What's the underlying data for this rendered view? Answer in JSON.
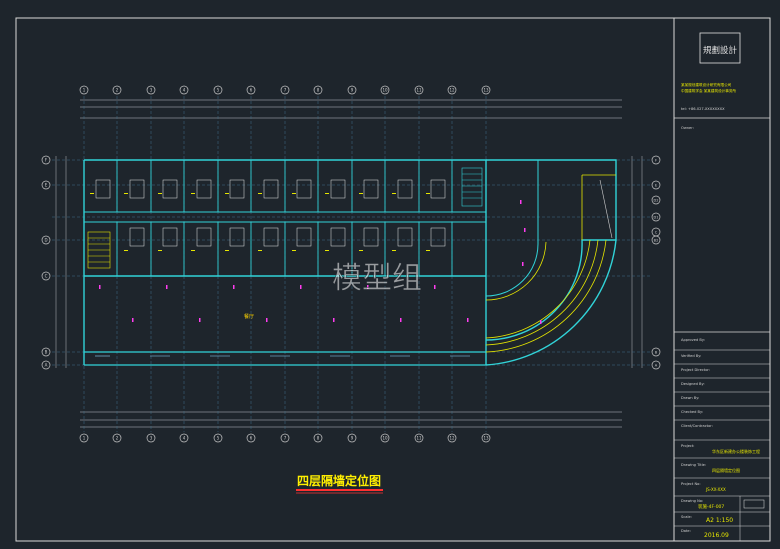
{
  "drawing": {
    "title": "四层隔墙定位图",
    "plan_label": "餐厅",
    "watermark": "模型组"
  },
  "axes": {
    "columns": [
      "1",
      "2",
      "3",
      "4",
      "5",
      "6",
      "7",
      "8",
      "9",
      "10",
      "11",
      "12",
      "13"
    ],
    "rows_right": [
      "F",
      "E",
      "D2",
      "D1",
      "C",
      "B2",
      "B",
      "A"
    ],
    "rows_left": [
      "F",
      "E",
      "D",
      "C",
      "B",
      "A"
    ]
  },
  "title_block": {
    "logo_text": "規劃設計",
    "company_lines": [
      "某某规划建筑设计研究有限公司",
      "中国建筑学会 某某建筑设计事务所"
    ],
    "phone_line": "tel: +86-027-XXXXXXXX",
    "owner_label": "Owner:",
    "project_label": "Project:",
    "project_name": "华东区新建办公楼装饰工程",
    "drawing_title_label": "Drawing Title:",
    "drawing_title": "四层隔墙定位图",
    "project_no_label": "Project No:",
    "project_no": "JS-XX-XXX",
    "drawing_no_label": "Drawing No:",
    "drawing_no": "装施-4F-007",
    "scale_label": "Scale:",
    "scale": "A2 1:150",
    "date_label": "Date:",
    "date": "2016.09",
    "fields": [
      "Approved By:",
      "Verified By:",
      "Project Director:",
      "Designed By:",
      "Drawn By:",
      "Checked By:",
      "Client/Contractor:"
    ]
  }
}
